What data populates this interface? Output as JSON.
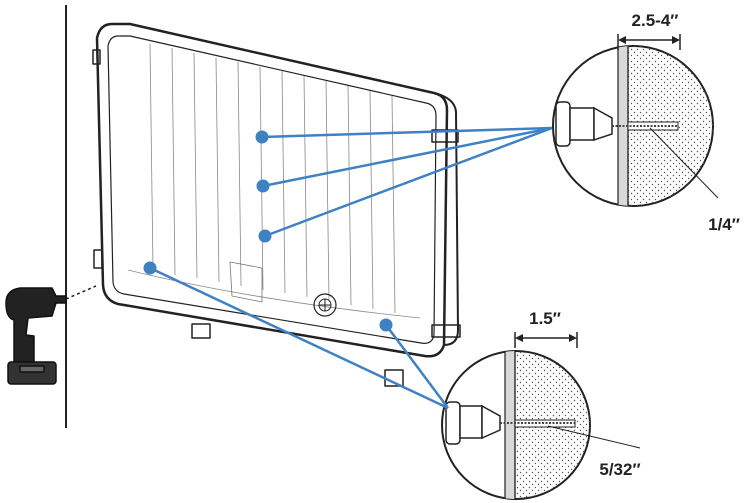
{
  "diagram": {
    "labels": {
      "upper_depth": "2.5-4″",
      "upper_diameter": "1/4″",
      "lower_depth": "1.5″",
      "lower_diameter": "5/32″"
    },
    "colors": {
      "leader": "#3f82c4",
      "dot": "#3f82c4",
      "outline": "#222222",
      "wall": "#d9d9d9",
      "concrete_dots": "#555555"
    },
    "icons": [
      "drill-icon",
      "wall-anchor-icon",
      "screw-icon"
    ]
  }
}
